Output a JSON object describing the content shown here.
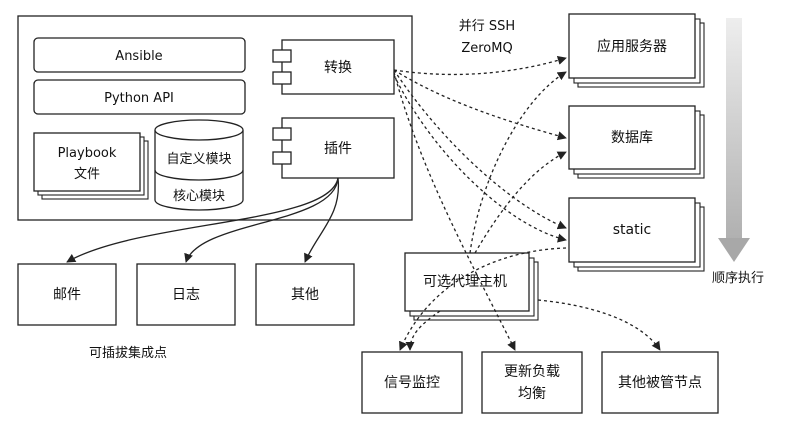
{
  "core": {
    "ansible": "Ansible",
    "python_api": "Python API",
    "playbook_line1": "Playbook",
    "playbook_line2": "文件",
    "custom_modules": "自定义模块",
    "core_modules": "核心模块",
    "connection": "转换",
    "plugins": "插件"
  },
  "transport_label": {
    "line1": "并行 SSH",
    "line2": "ZeroMQ"
  },
  "targets": {
    "app_server": "应用服务器",
    "database": "数据库",
    "static": "static"
  },
  "sequence_label": "顺序执行",
  "bastion": "可选代理主机",
  "plugin_outputs": [
    "邮件",
    "日志",
    "其他"
  ],
  "plugin_caption": "可插拔集成点",
  "extra_targets": {
    "signal_monitor": "信号监控",
    "lb_line1": "更新负载",
    "lb_line2": "均衡",
    "other_nodes": "其他被管节点"
  }
}
